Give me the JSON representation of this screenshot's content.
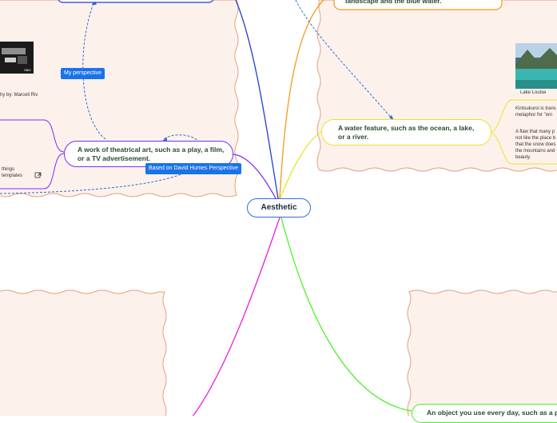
{
  "center": {
    "label": "Aesthetic"
  },
  "nodes": {
    "theatrical": "A work of theatrical art, such as a play, a film, or a TV advertisement.",
    "water": "A water feature, such as the ocean, a lake, or a river.",
    "landscape_fragment": "landscape and the blue water.",
    "everyday_fragment": "An object you use every day, such as a pe"
  },
  "tags": {
    "my_perspective": "My perspective",
    "david_hume": "Based on David Humes Perspective"
  },
  "captions": {
    "photo_credit": "hy by: Marcell Riv",
    "lake_caption": "Lake Louise",
    "hbo": "HBO"
  },
  "notes": {
    "left_things": "things",
    "left_templates": "templates",
    "kintsukuroi": "Kintsukuroi is trans a metaphor for \"em",
    "flaw": "A flaw that many p not like the place b that the snow does the mountains and beauty."
  },
  "icons": {
    "external_link": "external-link-icon"
  },
  "colors": {
    "canvas_bg": "#fdf1ec",
    "canvas_border": "#e2a07c",
    "center_border": "#2c6fd6",
    "purple": "#7b2ff7",
    "blue": "#1e3fd6",
    "orange": "#f29a1a",
    "yellow": "#e6e629",
    "green": "#4cf22a",
    "magenta": "#e91ee0",
    "tag_blue": "#1a73e8"
  }
}
